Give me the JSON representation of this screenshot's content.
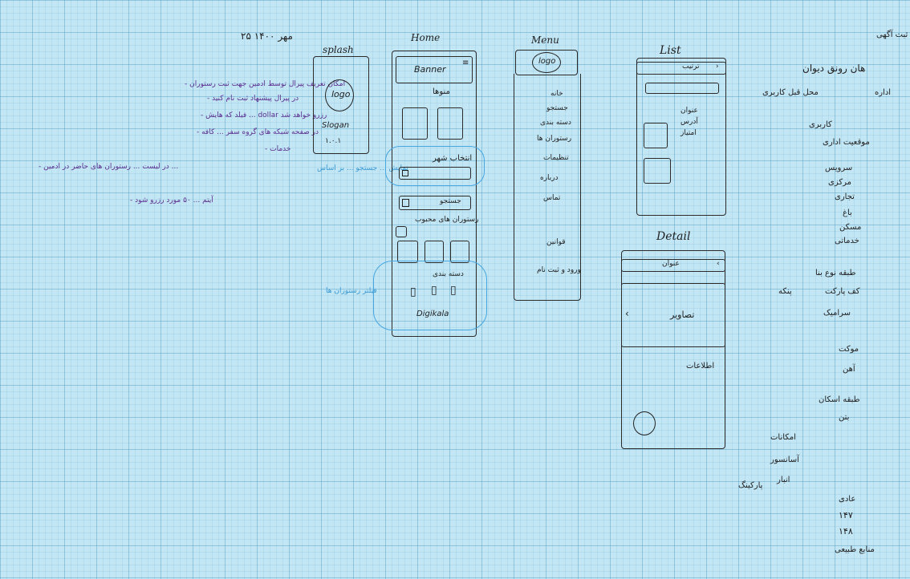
{
  "sheet": {
    "date_note": "۲۵ مهر ۱۴۰۰",
    "screen_titles": {
      "splash": "splash",
      "home": "Home",
      "menu": "Menu",
      "list": "List",
      "detail": "Detail"
    },
    "purple_notes": [
      "- امکان تعریف پیرال توسط ادمین جهت ثبت رستوران",
      "- در پیرال پیشنهاد ثبت نام کنید",
      "- فیلد که هایش ... dollar رزرو خواهد شد",
      "- در صفحه شبکه های گروه سفر ... کافه",
      "- خدمات",
      "- در لیست ... رستوران های حاضر در ادمین ...",
      "- آیتم ... ۵۰ مورد رزرو شود"
    ],
    "blue_notes": [
      "نمایش ... جستجو ... بر اساس",
      "فیلتر رستوران ها"
    ],
    "splash": {
      "logo_label": "logo",
      "slogan": "Slogan",
      "version": "۱.۰.۱"
    },
    "home": {
      "banner": "Banner",
      "section_1": "منوها",
      "city_select": "انتخاب شهر",
      "search": "جستجو",
      "popular": "رستوران های محبوب",
      "categories": "دسته بندی",
      "footer": "Digikala"
    },
    "menu": {
      "logo_label": "logo",
      "items": [
        "خانه",
        "جستجو",
        "دسته بندی",
        "رستوران ها",
        "تنظیمات",
        "درباره",
        "تماس",
        "قوانین",
        "ورود و ثبت نام"
      ]
    },
    "list": {
      "title_bar": "ترتیب",
      "item_title": "عنوان",
      "item_sub": "آدرس",
      "item_note": "امتیاز"
    },
    "detail": {
      "title_bar": "عنوان",
      "gallery": "تصاویر",
      "info": "اطلاعات"
    },
    "right_column": [
      "ثبت آگهی",
      "هان رونق دیوان",
      "محل قبل کاربری",
      "اداره",
      "کاربری",
      "موقعیت اداری",
      "سرویس",
      "مرکزی",
      "تجاری",
      "باغ",
      "مسکن",
      "خدماتی",
      "طبقه نوع بنا",
      "کف پارکت",
      "سرامیک",
      "موکت",
      "آهن",
      "پنکه",
      "طبقه اسکان",
      "بتن",
      "امکانات",
      "آسانسور",
      "انبار",
      "پارکینگ",
      "عادی",
      "۱۴۷",
      "۱۴۸",
      "منابع طبیعی"
    ]
  }
}
